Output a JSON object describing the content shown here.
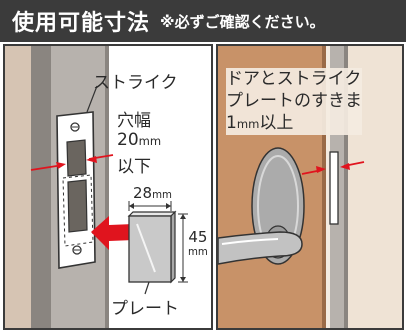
{
  "header": {
    "title": "使用可能寸法",
    "note": "※必ずご確認ください。"
  },
  "left_panel": {
    "strike_label": "ストライク",
    "hole_width_label": "穴幅",
    "hole_width_value": "20",
    "hole_width_unit": "mm",
    "hole_width_suffix": "以下",
    "plate_width_value": "28",
    "plate_width_unit": "mm",
    "plate_height_value": "45",
    "plate_height_unit": "mm",
    "plate_label": "プレート"
  },
  "right_panel": {
    "gap_line1": "ドアとストライク",
    "gap_line2": "プレートのすきま",
    "gap_value": "1",
    "gap_unit": "mm",
    "gap_suffix": "以上"
  },
  "colors": {
    "banner": "#3b3b3b",
    "arrow": "#e0141e",
    "door": "#c89268",
    "frame": "#b7b2ad"
  }
}
